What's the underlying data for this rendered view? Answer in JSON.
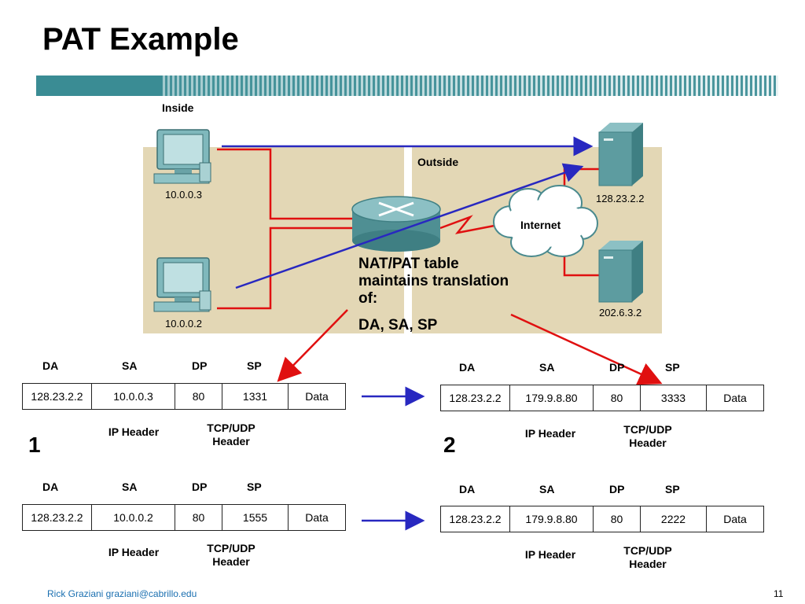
{
  "title": "PAT Example",
  "diagram": {
    "inside_label": "Inside",
    "outside_label": "Outside",
    "internet_label": "Internet",
    "hosts": [
      {
        "ip": "10.0.0.3"
      },
      {
        "ip": "10.0.0.2"
      }
    ],
    "servers": [
      {
        "ip": "128.23.2.2"
      },
      {
        "ip": "202.6.3.2"
      }
    ],
    "nat_note": {
      "line1": "NAT/PAT table",
      "line2": "maintains translation",
      "line3": "of:",
      "line4": "DA, SA, SP"
    }
  },
  "field_labels": {
    "da": "DA",
    "sa": "SA",
    "dp": "DP",
    "sp": "SP"
  },
  "header_labels": {
    "ip": "IP Header",
    "tcp_line1": "TCP/UDP",
    "tcp_line2": "Header"
  },
  "step_numbers": [
    "1",
    "2"
  ],
  "packets": {
    "in_1": {
      "da": "128.23.2.2",
      "sa": "10.0.0.3",
      "dp": "80",
      "sp": "1331",
      "data": "Data"
    },
    "out_1": {
      "da": "128.23.2.2",
      "sa": "179.9.8.80",
      "dp": "80",
      "sp": "3333",
      "data": "Data"
    },
    "in_2": {
      "da": "128.23.2.2",
      "sa": "10.0.0.2",
      "dp": "80",
      "sp": "1555",
      "data": "Data"
    },
    "out_2": {
      "da": "128.23.2.2",
      "sa": "179.9.8.80",
      "dp": "80",
      "sp": "2222",
      "data": "Data"
    }
  },
  "footer": {
    "author": "Rick Graziani  graziani@cabrillo.edu",
    "page": "11"
  },
  "colors": {
    "teal_band": "#3a8c94",
    "zone_fill": "#e3d7b5",
    "red_link": "#e01010",
    "blue_arrow": "#2828c0",
    "server_teal": "#4c8f93"
  }
}
